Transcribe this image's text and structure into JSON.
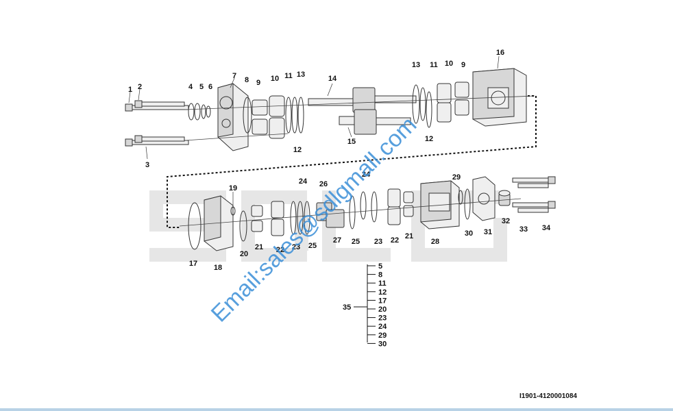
{
  "watermark": {
    "brand_text": "SDLG",
    "email_text": "Email:sales@sdlgmall.com",
    "brand_color": "#e6e6e6",
    "email_color": "#3a8fd8"
  },
  "part_labels": [
    "1",
    "2",
    "3",
    "4",
    "5",
    "6",
    "7",
    "8",
    "9",
    "10",
    "11",
    "13",
    "12",
    "14",
    "15",
    "13",
    "11",
    "10",
    "9",
    "16",
    "12",
    "19",
    "24",
    "26",
    "24",
    "29",
    "17",
    "18",
    "20",
    "21",
    "22",
    "23",
    "25",
    "27",
    "25",
    "23",
    "22",
    "21",
    "28",
    "30",
    "31",
    "32",
    "33",
    "34"
  ],
  "kit": {
    "label": "35",
    "items": [
      "5",
      "8",
      "11",
      "12",
      "17",
      "20",
      "23",
      "24",
      "29",
      "30"
    ]
  },
  "drawing_code": "I1901-4120001084"
}
